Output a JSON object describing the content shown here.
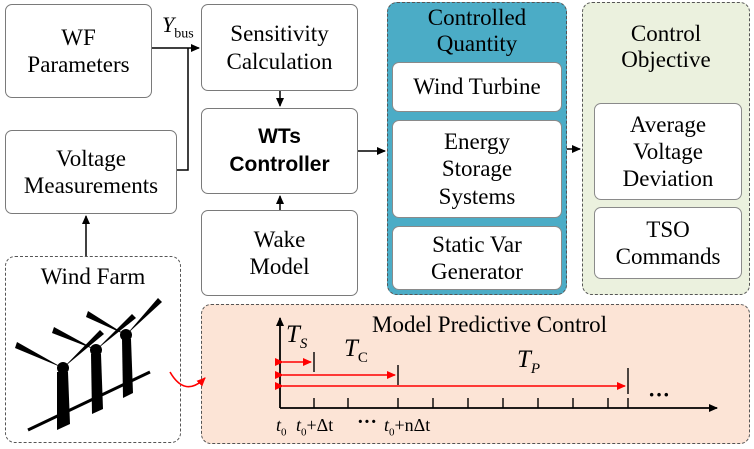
{
  "wf_parameters": "WF\nParameters",
  "ybus": {
    "base": "Y",
    "sub": "bus"
  },
  "sensitivity_calculation": "Sensitivity\nCalculation",
  "wts_controller": "WTs\nController",
  "wake_model": "Wake\nModel",
  "voltage_measurements": "Voltage\nMeasurements",
  "wind_farm": "Wind Farm",
  "controlled_quantity": {
    "title": "Controlled\nQuantity",
    "items": [
      "Wind Turbine",
      "Energy\nStorage\nSystems",
      "Static Var\nGenerator"
    ]
  },
  "control_objective": {
    "title": "Control\nObjective",
    "items": [
      "Average\nVoltage\nDeviation",
      "TSO\nCommands"
    ]
  },
  "mpc": {
    "title": "Model Predictive Control",
    "ts": {
      "base": "T",
      "sub": "S"
    },
    "tc": {
      "base": "T",
      "sub": "C"
    },
    "tp": {
      "base": "T",
      "sub": "P"
    },
    "t0": {
      "base": "t",
      "sub": "0"
    },
    "t0_dt": {
      "base": "t",
      "sub": "0",
      "rest": "+Δt"
    },
    "t0_ndt": {
      "base": "t",
      "sub": "0",
      "rest": "+nΔt"
    },
    "dots": "···"
  },
  "colors": {
    "controlled_bg": "#4BACC6",
    "objective_bg": "#EBF1DE",
    "mpc_bg": "#FCE4D6",
    "interval_red": "#FF0000"
  }
}
